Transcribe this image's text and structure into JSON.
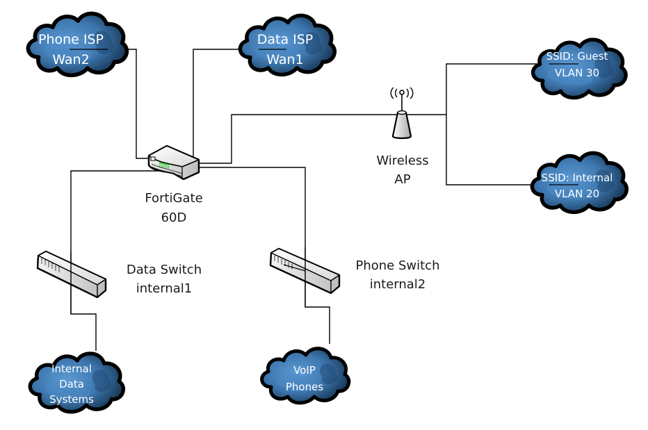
{
  "diagram": {
    "title": "Network topology",
    "clouds": {
      "phone_isp": {
        "line1": "Phone ISP",
        "line2": "Wan2"
      },
      "data_isp": {
        "line1": "Data ISP",
        "line2": "Wan1"
      },
      "ssid_guest": {
        "line1": "SSID: Guest",
        "line2": "VLAN 30"
      },
      "ssid_internal": {
        "line1": "SSID: Internal",
        "line2": "VLAN 20"
      },
      "internal_data": {
        "line1": "Internal",
        "line2": "Data",
        "line3": "Systems"
      },
      "voip_phones": {
        "line1": "VoIP",
        "line2": "Phones"
      }
    },
    "devices": {
      "firewall": {
        "line1": "FortiGate",
        "line2": "60D",
        "icon": "firewall-router-icon"
      },
      "wireless_ap": {
        "line1": "Wireless",
        "line2": "AP",
        "icon": "wireless-access-point-icon"
      },
      "data_switch": {
        "line1": "Data Switch",
        "line2": "internal1",
        "icon": "network-switch-icon"
      },
      "phone_switch": {
        "line1": "Phone Switch",
        "line2": "internal2",
        "icon": "network-switch-icon"
      }
    },
    "colors": {
      "cloud_light": "#4a86c0",
      "cloud_dark": "#173a5c",
      "cloud_outline": "#000000",
      "port_led": "#22cc22",
      "line": "#000000"
    }
  }
}
